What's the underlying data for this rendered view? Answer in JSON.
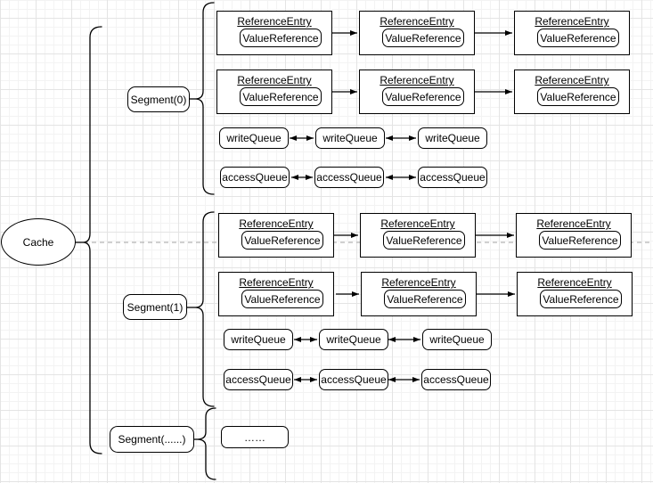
{
  "labels": {
    "cache": "Cache",
    "segment0": "Segment(0)",
    "segment1": "Segment(1)",
    "segment_more": "Segment(......)",
    "reference_entry": "ReferenceEntry",
    "value_reference": "ValueReference",
    "write_queue": "writeQueue",
    "access_queue": "accessQueue",
    "more_placeholder": "……"
  },
  "colors": {
    "stroke": "#000000",
    "text": "#000000",
    "dashed_line": "#b3b3b3",
    "grid_minor": "#f3f3f3",
    "grid_major": "#e4e4e4",
    "background": "#ffffff"
  },
  "structure": {
    "root": "Cache",
    "segments": [
      {
        "label": "Segment(0)",
        "reference_entry_rows": 2,
        "entries_per_row": 3,
        "write_queue_nodes": 3,
        "access_queue_nodes": 3
      },
      {
        "label": "Segment(1)",
        "reference_entry_rows": 2,
        "entries_per_row": 3,
        "write_queue_nodes": 3,
        "access_queue_nodes": 3
      },
      {
        "label": "Segment(......)",
        "placeholder": "……"
      }
    ]
  }
}
